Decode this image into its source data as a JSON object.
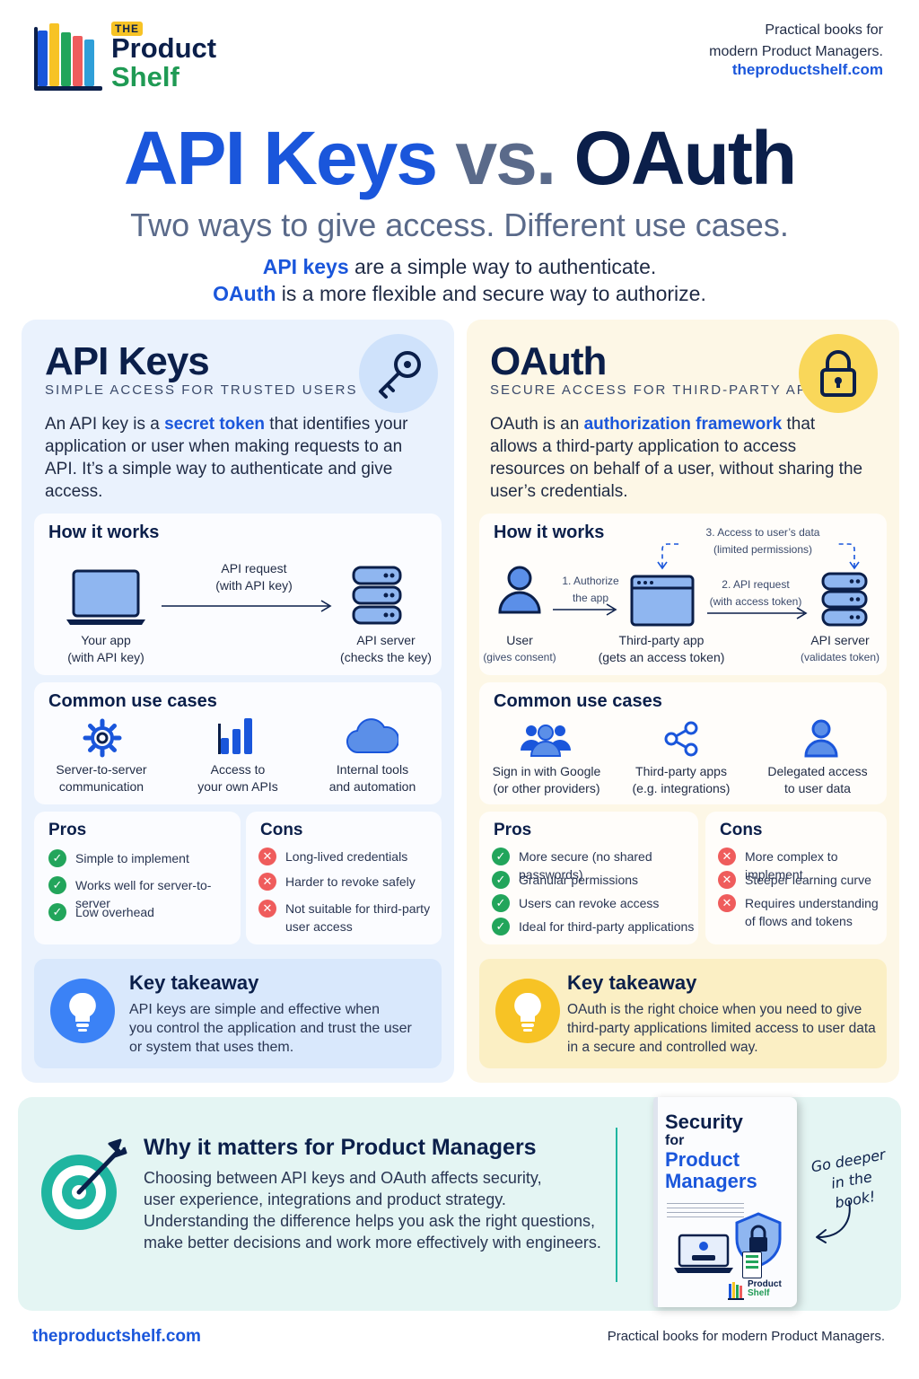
{
  "brand": {
    "logo_top": "THE",
    "logo_line1": "Product",
    "logo_line2": "Shelf",
    "tagline_line1": "Practical books for",
    "tagline_line2": "modern Product Managers.",
    "url": "theproductshelf.com"
  },
  "hero": {
    "title_part1": "API Keys",
    "title_part2": "vs.",
    "title_part3": "OAuth",
    "subtitle": "Two ways to give access. Different use cases.",
    "intro1_hl": "API keys",
    "intro1_rest": " are a simple way to authenticate.",
    "intro2_hl": "OAuth",
    "intro2_rest": " is a more flexible and secure way to authorize."
  },
  "api": {
    "title": "API Keys",
    "subtitle": "SIMPLE ACCESS FOR TRUSTED USERS",
    "desc_pre": "An API key is a ",
    "desc_hl": "secret token",
    "desc_post": " that identifies your application or user when making requests to an API. It’s a simple way to authenticate and give access.",
    "how_title": "How it works",
    "arrow_label1": "API request",
    "arrow_label2": "(with API key)",
    "app_label": "Your app",
    "app_sub": "(with API key)",
    "server_label": "API server",
    "server_sub": "(checks the key)",
    "use_title": "Common use cases",
    "uses": [
      {
        "l1": "Server-to-server",
        "l2": "communication"
      },
      {
        "l1": "Access to",
        "l2": "your own APIs"
      },
      {
        "l1": "Internal tools",
        "l2": "and automation"
      }
    ],
    "pros_title": "Pros",
    "pros": [
      "Simple to implement",
      "Works well for server-to-server",
      "Low overhead"
    ],
    "cons_title": "Cons",
    "cons": [
      "Long-lived credentials",
      "Harder to revoke safely",
      "Not suitable for third-party",
      "user access"
    ],
    "takeaway_title": "Key takeaway",
    "takeaway_lines": [
      "API keys are simple and effective when",
      "you control the application and trust the user",
      "or system that uses them."
    ]
  },
  "oauth": {
    "title": "OAuth",
    "subtitle": "SECURE ACCESS FOR THIRD-PARTY APPS",
    "desc_pre": "OAuth is an ",
    "desc_hl": "authorization framework",
    "desc_post": " that allows a third-party application to access resources on behalf of a user, without sharing the user’s credentials.",
    "how_title": "How it works",
    "step3_l1": "3. Access to user’s data",
    "step3_l2": "(limited permissions)",
    "step1_l1": "1. Authorize",
    "step1_l2": "the app",
    "step2_l1": "2. API request",
    "step2_l2": "(with access token)",
    "user_label": "User",
    "user_sub": "(gives consent)",
    "app_label": "Third-party app",
    "app_sub": "(gets an access token)",
    "server_label": "API server",
    "server_sub": "(validates token)",
    "use_title": "Common use cases",
    "uses": [
      {
        "l1": "Sign in with Google",
        "l2": "(or other providers)"
      },
      {
        "l1": "Third-party apps",
        "l2": "(e.g. integrations)"
      },
      {
        "l1": "Delegated access",
        "l2": "to user data"
      }
    ],
    "pros_title": "Pros",
    "pros": [
      "More secure (no shared passwords)",
      "Granular permissions",
      "Users can revoke access",
      "Ideal for third-party applications"
    ],
    "cons_title": "Cons",
    "cons": [
      "More complex to implement",
      "Steeper learning curve",
      "Requires understanding",
      "of flows and tokens"
    ],
    "takeaway_title": "Key takeaway",
    "takeaway_lines": [
      "OAuth is the right choice when you need to give",
      "third-party applications limited access to user data",
      "in a secure and controlled way."
    ]
  },
  "why": {
    "title": "Why it matters for Product Managers",
    "lines": [
      "Choosing between API keys and OAuth affects security,",
      "user experience, integrations and product strategy.",
      "Understanding the difference helps you ask the right questions,",
      "make better decisions and work more effectively with engineers."
    ],
    "book_l1": "Security",
    "book_l2": "for",
    "book_l3": "Product",
    "book_l4": "Managers",
    "book_logo1": "Product",
    "book_logo2": "Shelf",
    "cta_l1": "Go deeper",
    "cta_l2": "in the book!"
  },
  "footer": {
    "url": "theproductshelf.com",
    "tagline": "Practical books for modern Product Managers."
  },
  "colors": {
    "blue": "#1a56db",
    "navy": "#0b1f4a",
    "green": "#22a55b",
    "red": "#ef5c5c",
    "yellow": "#f7c325"
  }
}
